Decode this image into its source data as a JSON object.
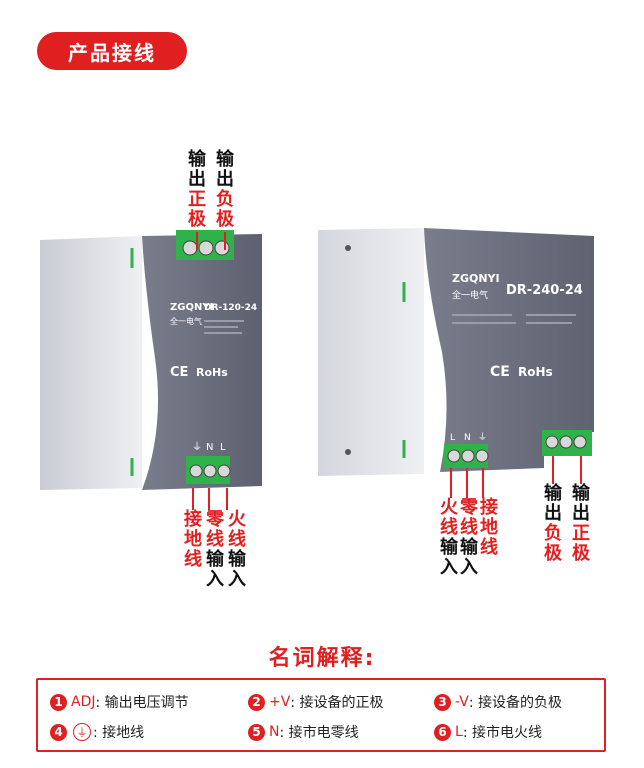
{
  "header": {
    "title": "产品接线"
  },
  "left_unit": {
    "logo": "ZGQNYI",
    "brand_cn": "全一电气",
    "model": "DR-120-24",
    "ce": "CE",
    "rohs": "RoHs",
    "bottom_terminals": [
      "⏚",
      "N",
      "L"
    ],
    "top_callouts": [
      {
        "red": "正极",
        "black": "输出"
      },
      {
        "red": "负极",
        "black": "输出"
      }
    ],
    "bottom_callouts": [
      {
        "red": "接地线",
        "black": ""
      },
      {
        "red": "零线",
        "black": "输入"
      },
      {
        "red": "火线",
        "black": "输入"
      }
    ]
  },
  "right_unit": {
    "logo": "ZGQNYI",
    "brand_cn": "全一电气",
    "model": "DR-240-24",
    "ce": "CE",
    "rohs": "RoHs",
    "terminals": [
      "L",
      "N",
      "⏚"
    ],
    "left_callouts": [
      {
        "red": "火线",
        "black": "输入"
      },
      {
        "red": "零线",
        "black": "输入"
      },
      {
        "red": "接地线",
        "black": ""
      }
    ],
    "right_callouts": [
      {
        "red": "负极",
        "black": "输出"
      },
      {
        "red": "正极",
        "black": "输出"
      }
    ]
  },
  "glossary": {
    "title": "名词解释:",
    "items": [
      {
        "num": "1",
        "term": "ADJ",
        "desc": ":  输出电压调节"
      },
      {
        "num": "2",
        "term": "+V",
        "desc": ":  接设备的正极"
      },
      {
        "num": "3",
        "term": "-V",
        "desc": ":  接设备的负极"
      },
      {
        "num": "4",
        "term": "⏚",
        "desc": ":  接地线"
      },
      {
        "num": "5",
        "term": "N",
        "desc": ":  接市电零线"
      },
      {
        "num": "6",
        "term": "L",
        "desc": ":  接市电火线"
      }
    ]
  },
  "colors": {
    "accent": "#e02020",
    "terminal_green": "#2fb24a",
    "panel": "#6e7181",
    "body": "#e4e6ea"
  }
}
